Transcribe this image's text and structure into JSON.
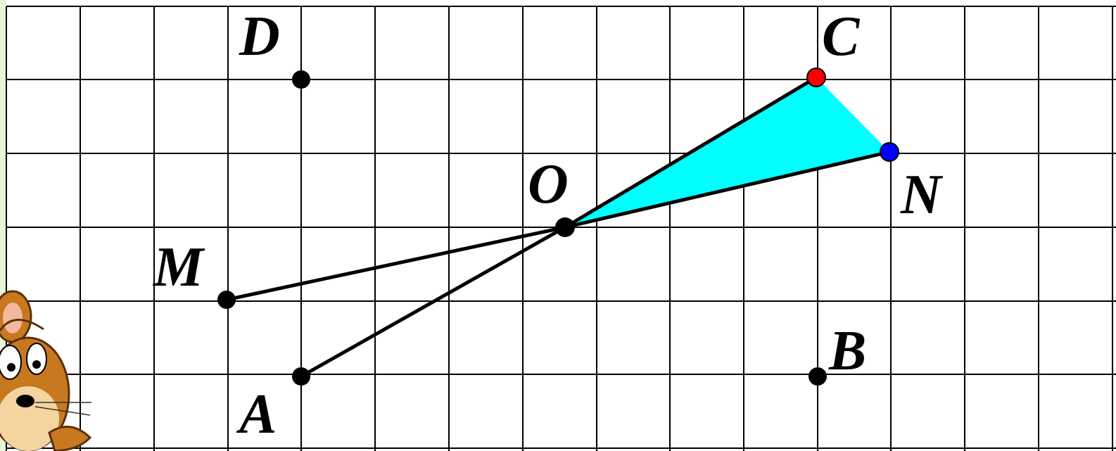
{
  "points": {
    "D": {
      "label": "D",
      "color": "#000000"
    },
    "C": {
      "label": "C",
      "color": "#ff0000"
    },
    "O": {
      "label": "O",
      "color": "#000000"
    },
    "N": {
      "label": "N",
      "color": "#0000ff"
    },
    "M": {
      "label": "M",
      "color": "#000000"
    },
    "A": {
      "label": "A",
      "color": "#000000"
    },
    "B": {
      "label": "B",
      "color": "#000000"
    }
  },
  "triangle": {
    "vertices": [
      "O",
      "C",
      "N"
    ],
    "fill": "#00ffff"
  },
  "segments": [
    [
      "O",
      "C"
    ],
    [
      "O",
      "N"
    ],
    [
      "O",
      "M"
    ],
    [
      "O",
      "A"
    ]
  ],
  "colors": {
    "grid": "#000000",
    "segment": "#000000",
    "left_edge_strip": "#e8f5d8"
  },
  "mascot": {
    "name": "cartoon-mouse-mascot",
    "fur": "#c8781e",
    "face": "#f4d4a0"
  }
}
